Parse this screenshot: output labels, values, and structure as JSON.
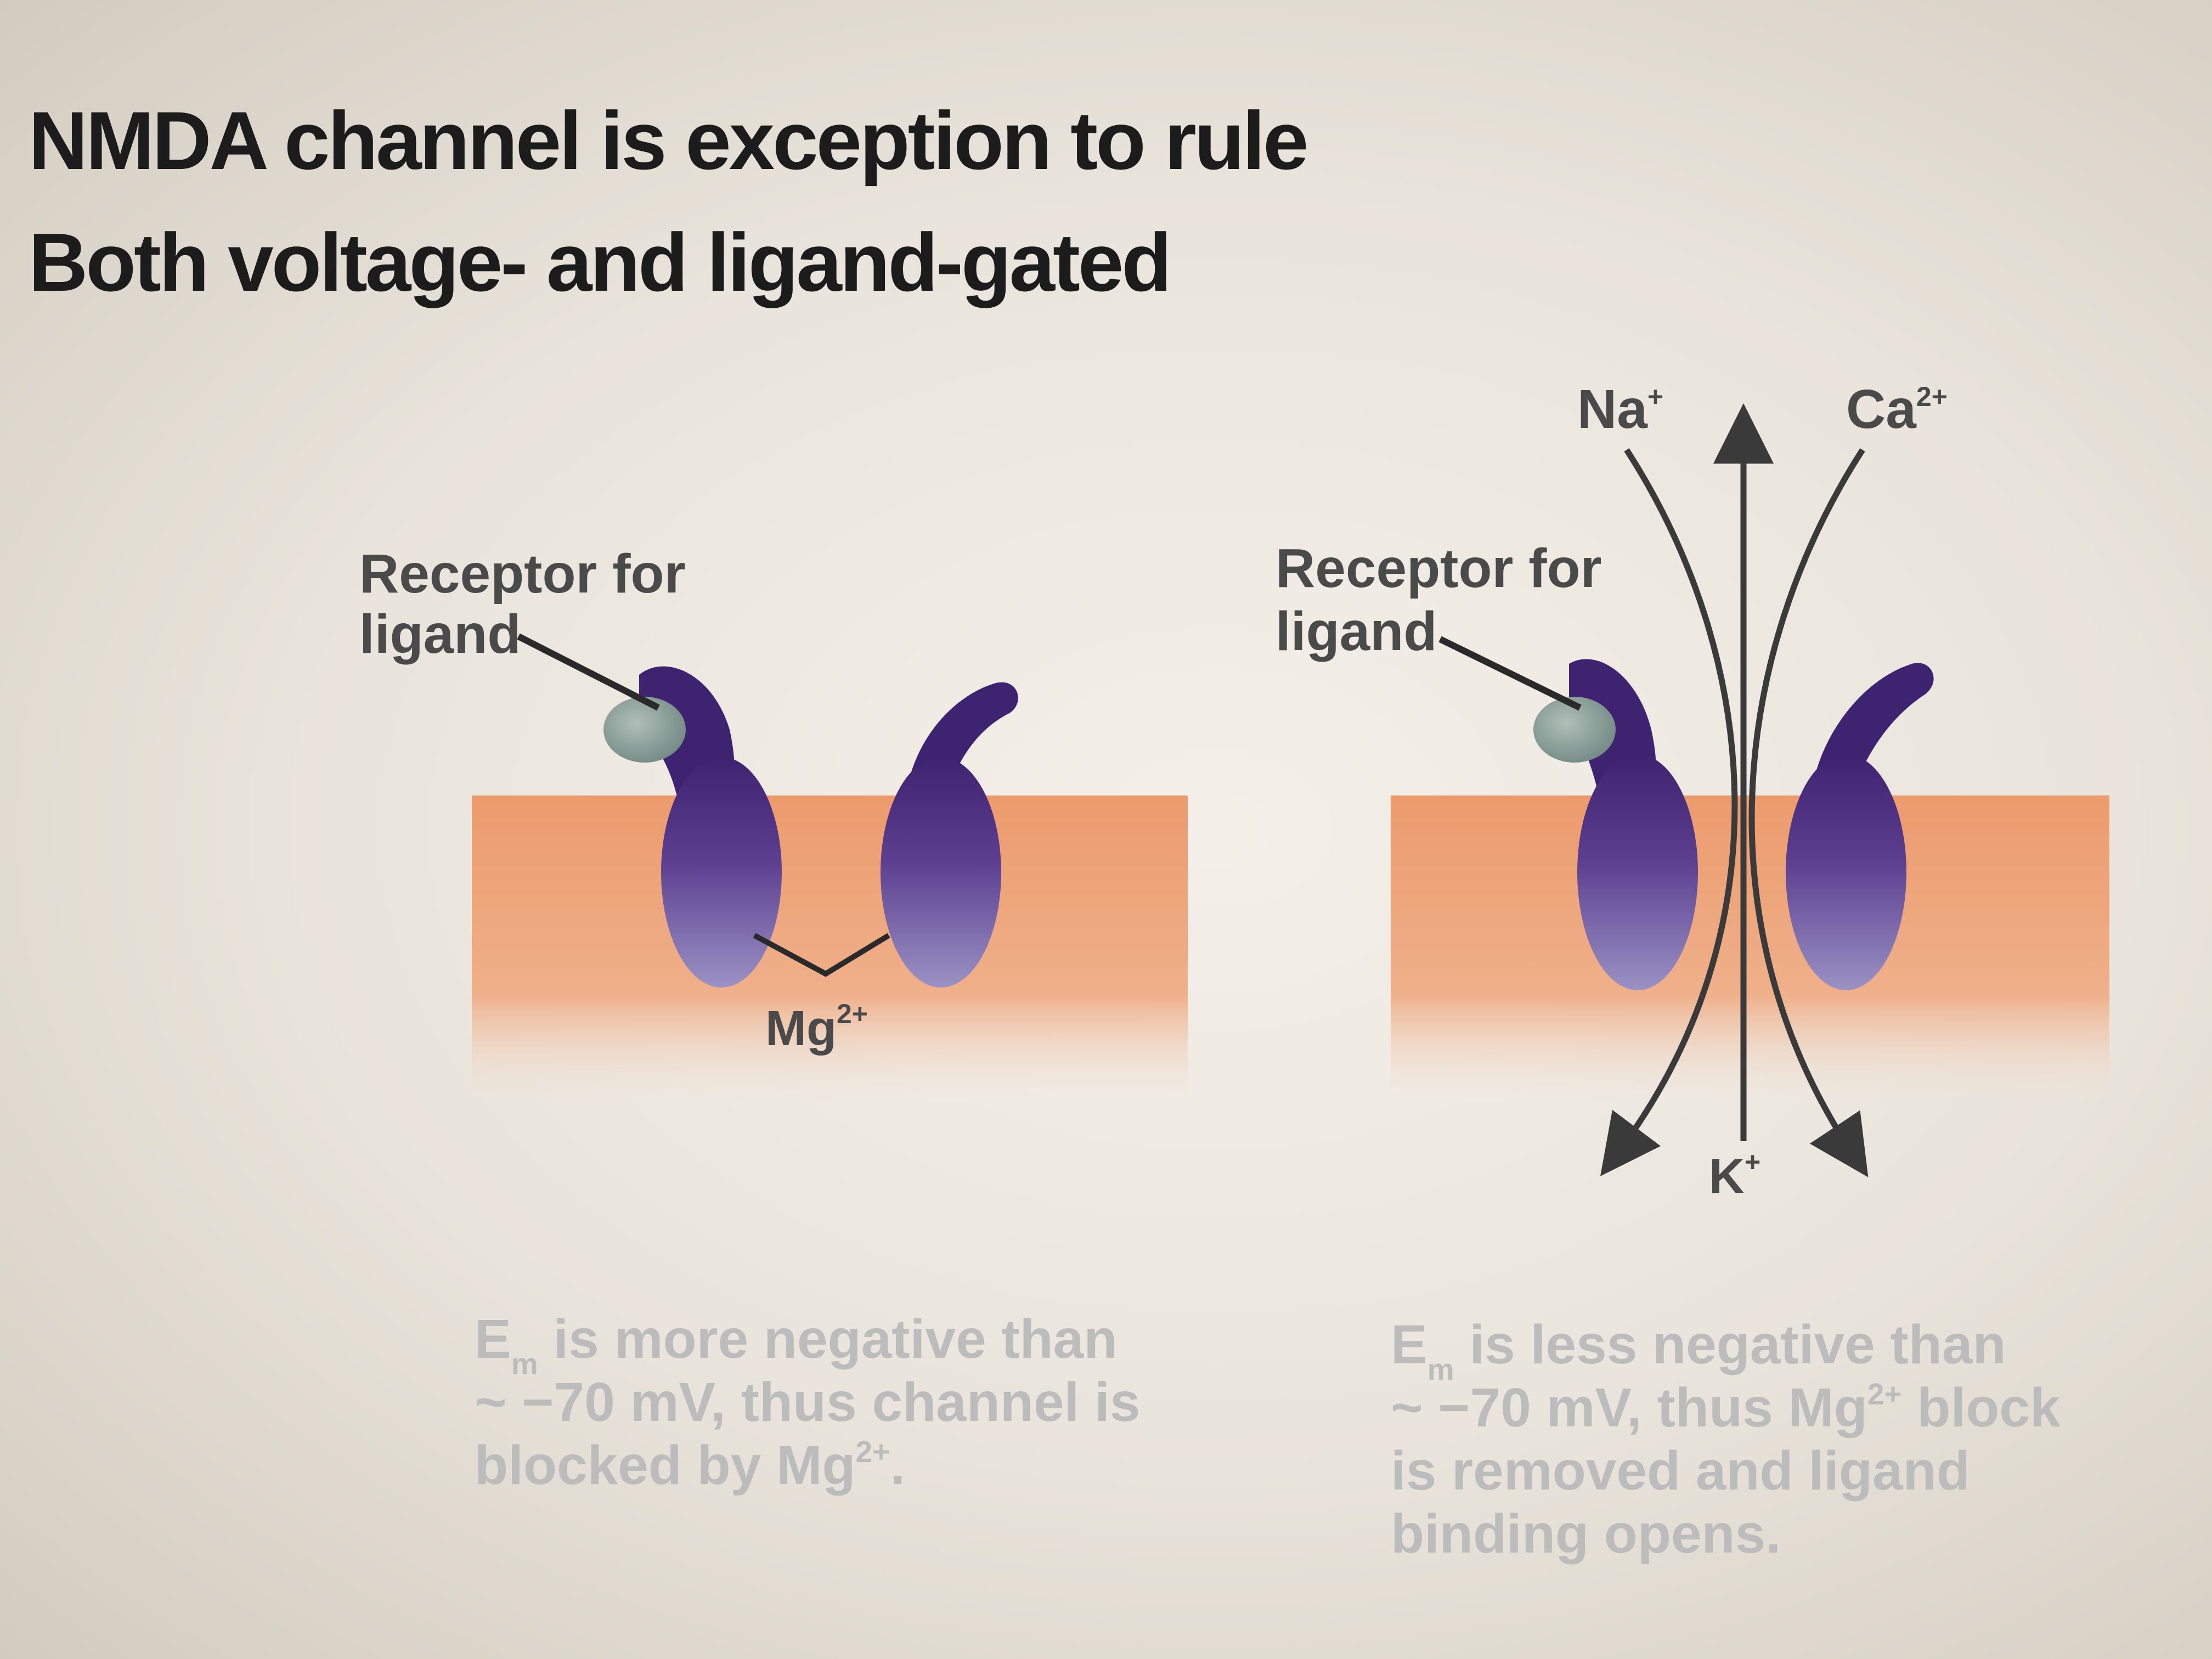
{
  "title": {
    "line1": "NMDA channel is exception to rule",
    "line2": "Both voltage- and ligand-gated"
  },
  "left_panel": {
    "receptor_label_line1": "Receptor for",
    "receptor_label_line2": "ligand",
    "mg_label": "Mg",
    "mg_charge": "2+",
    "caption": {
      "line1_symbol": "E",
      "line1_subscript": "m",
      "line1_rest": " is more negative than",
      "line2": "~ −70 mV, thus channel is",
      "line3_text": "blocked by Mg",
      "line3_charge": "2+",
      "line3_end": "."
    }
  },
  "right_panel": {
    "receptor_label_line1": "Receptor for",
    "receptor_label_line2": "ligand",
    "na_label": "Na",
    "na_charge": "+",
    "ca_label": "Ca",
    "ca_charge": "2+",
    "k_label": "K",
    "k_charge": "+",
    "caption": {
      "line1_symbol": "E",
      "line1_subscript": "m",
      "line1_rest": " is less negative than",
      "line2_text": "~ −70 mV, thus Mg",
      "line2_charge": "2+",
      "line2_end": " block",
      "line3": "is removed and ligand",
      "line4": "binding opens."
    }
  },
  "colors": {
    "membrane": "#ec9b6c",
    "subunit_dark": "#3e2370",
    "subunit_light": "#9a92c4",
    "ligand": "#8fa39c",
    "arrow": "#3a3a3a"
  },
  "icons": [
    "membrane-block-icon",
    "channel-subunit-icon",
    "ligand-ball-icon",
    "ion-flow-arrow-icon"
  ]
}
